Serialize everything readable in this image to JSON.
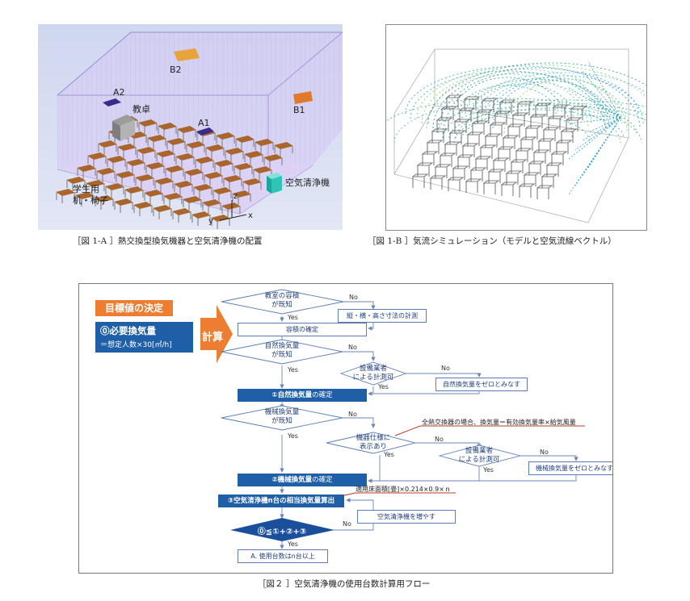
{
  "fig1a": {
    "caption": "［図 1-A ］熱交換型換気機器と空気清浄機の配置",
    "labels": {
      "a2": "A2",
      "b2": "B2",
      "b1": "B1",
      "a1": "A1",
      "teacher_desk": "教卓",
      "air_purifier": "空気清浄機",
      "student_furniture_1": "学生用",
      "student_furniture_2": "机・椅子",
      "axis_x": "x",
      "axis_y": "y",
      "axis_z": "z"
    },
    "colors": {
      "room": "#c9c8f2",
      "desk": "#a8662d",
      "purifier": "#2ec4b6",
      "b_unit": "#e8a33a",
      "b1_unit": "#e07a28",
      "a_unit": "#3a2a8a"
    }
  },
  "fig1b": {
    "caption": "［図 1-B ］気流シミュレーション（モデルと空気流線ベクトル）"
  },
  "flow": {
    "caption": "［図２ ］空気清浄機の使用台数計算用フロー",
    "goal_title": "目標値の決定",
    "req_title": "⓪必要換気量",
    "req_formula": "＝想定人数×30[㎥/h]",
    "calc": "計算",
    "n1": "教室の容積",
    "n1b": "が既知",
    "n_no1": "No",
    "n_yes1": "Yes",
    "box_measure": "縦・横・高さ寸法の計測",
    "box_volume": "容積の確定",
    "n2": "自然換気量",
    "n2b": "が既知",
    "n_no2": "No",
    "n_yes2": "Yes",
    "d_installer1": "設備業者",
    "d_installer1b": "による計測可",
    "n_no3": "No",
    "n_yes3": "Yes",
    "box_natural_zero": "自然換気量をゼロとみなす",
    "box_natural_fix_a": "①自然換気量",
    "box_natural_fix_b": "の確定",
    "n3": "機械換気量",
    "n3b": "が既知",
    "n_no4": "No",
    "n_yes4": "Yes",
    "d_spec": "機器仕様に",
    "d_specb": "表示あり",
    "n_no5": "No",
    "n_yes5": "Yes",
    "note_heat": "全熱交換器の場合、換気量＝有効換気量率×給気風量",
    "d_installer2": "設備業者",
    "d_installer2b": "による計測可",
    "n_no6": "No",
    "n_yes6": "Yes",
    "box_mech_zero": "機械換気量をゼロとみなす",
    "box_mech_fix_a": "②機械換気量",
    "box_mech_fix_b": "の確定",
    "note_floor": "適用床面積[畳]×0.214×0.9×ｎ",
    "box_purifier_calc": "③空気清浄機n台の相当換気量算出",
    "box_add_purifier": "空気清浄機を増やす",
    "d_check": "⓪≦①+②+③",
    "n_no7": "No",
    "n_yes7": "Yes",
    "box_result": "A. 使用台数はn台以上",
    "colors": {
      "orange": "#ed7d31",
      "blue": "#1f5fa8",
      "dark_blue": "#1a4f9c",
      "outline": "#5b7db5",
      "red_line": "#c0392b"
    }
  }
}
